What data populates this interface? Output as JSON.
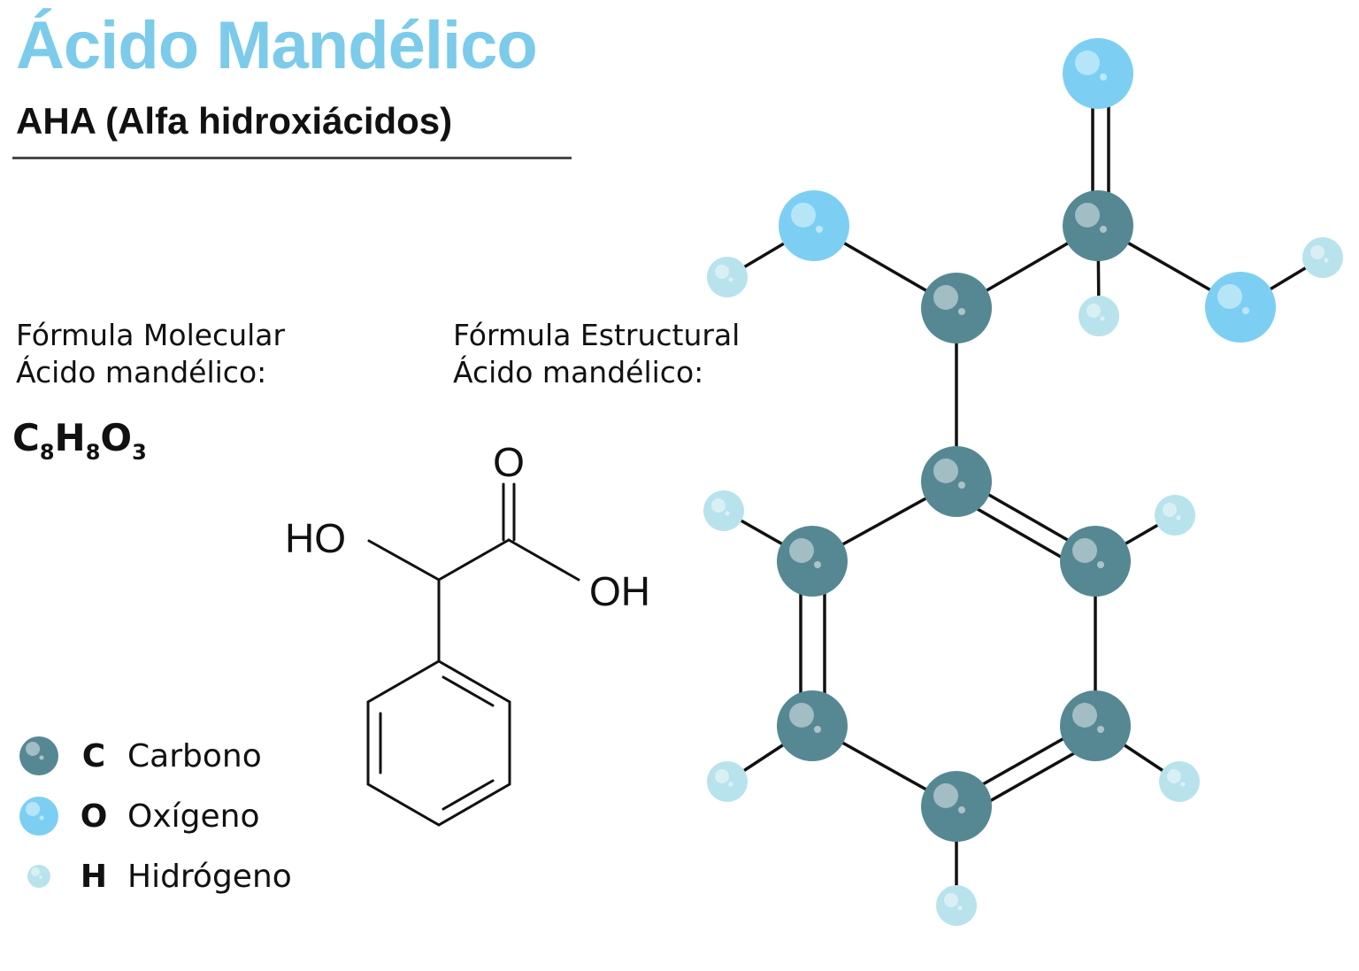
{
  "header": {
    "title": "Ácido Mandélico",
    "subtitle": "AHA (Alfa hidroxiácidos)"
  },
  "molecular_formula": {
    "label_line1": "Fórmula Molecular",
    "label_line2": "Ácido mandélico:",
    "elements": [
      {
        "symbol": "C",
        "count": "8"
      },
      {
        "symbol": "H",
        "count": "8"
      },
      {
        "symbol": "O",
        "count": "3"
      }
    ]
  },
  "structural_formula": {
    "label_line1": "Fórmula Estructural",
    "label_line2": "Ácido mandélico:",
    "atom_labels": {
      "carbonyl_oxygen": "O",
      "hydroxyl_left": "HO",
      "hydroxyl_right": "OH"
    }
  },
  "legend": [
    {
      "symbol": "C",
      "name": "Carbono",
      "color": "#568893"
    },
    {
      "symbol": "O",
      "name": "Oxígeno",
      "color": "#7ccff3"
    },
    {
      "symbol": "H",
      "name": "Hidrógeno",
      "color": "#b9e3ec"
    }
  ],
  "colors": {
    "title": "#7ccbea",
    "carbon": "#568893",
    "oxygen": "#7ccff3",
    "hydrogen": "#b9e3ec",
    "bond": "#111111"
  }
}
